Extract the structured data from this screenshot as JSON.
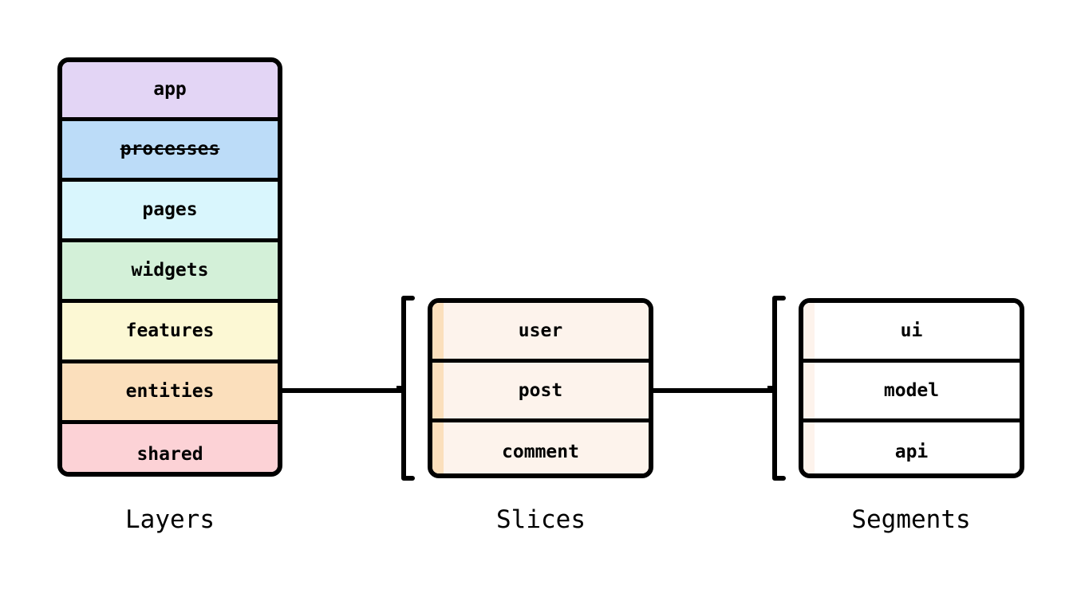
{
  "diagram": {
    "background": "#ffffff",
    "stroke": "#000000",
    "columns": [
      {
        "id": "layers",
        "caption": "Layers",
        "rows": [
          {
            "label": "app",
            "fill": "#e3d5f5",
            "strikethrough": false
          },
          {
            "label": "processes",
            "fill": "#bcdcf8",
            "strikethrough": true
          },
          {
            "label": "pages",
            "fill": "#d9f6fd",
            "strikethrough": false
          },
          {
            "label": "widgets",
            "fill": "#d3f0d8",
            "strikethrough": false
          },
          {
            "label": "features",
            "fill": "#fcf8d4",
            "strikethrough": false
          },
          {
            "label": "entities",
            "fill": "#fbdfbc",
            "strikethrough": false
          },
          {
            "label": "shared",
            "fill": "#fcd2d6",
            "strikethrough": false
          }
        ]
      },
      {
        "id": "slices",
        "caption": "Slices",
        "stripe_fill": "#fbdfbc",
        "body_fill": "#fdf3ec",
        "rows": [
          {
            "label": "user"
          },
          {
            "label": "post"
          },
          {
            "label": "comment"
          }
        ]
      },
      {
        "id": "segments",
        "caption": "Segments",
        "stripe_fill": "#fdf3ec",
        "body_fill": "#ffffff",
        "rows": [
          {
            "label": "ui"
          },
          {
            "label": "model"
          },
          {
            "label": "api"
          }
        ]
      }
    ],
    "connectors": [
      {
        "id": "layers-to-slices",
        "from": "entities",
        "to": "slices"
      },
      {
        "id": "slices-to-segments",
        "from": "post",
        "to": "segments"
      }
    ]
  }
}
